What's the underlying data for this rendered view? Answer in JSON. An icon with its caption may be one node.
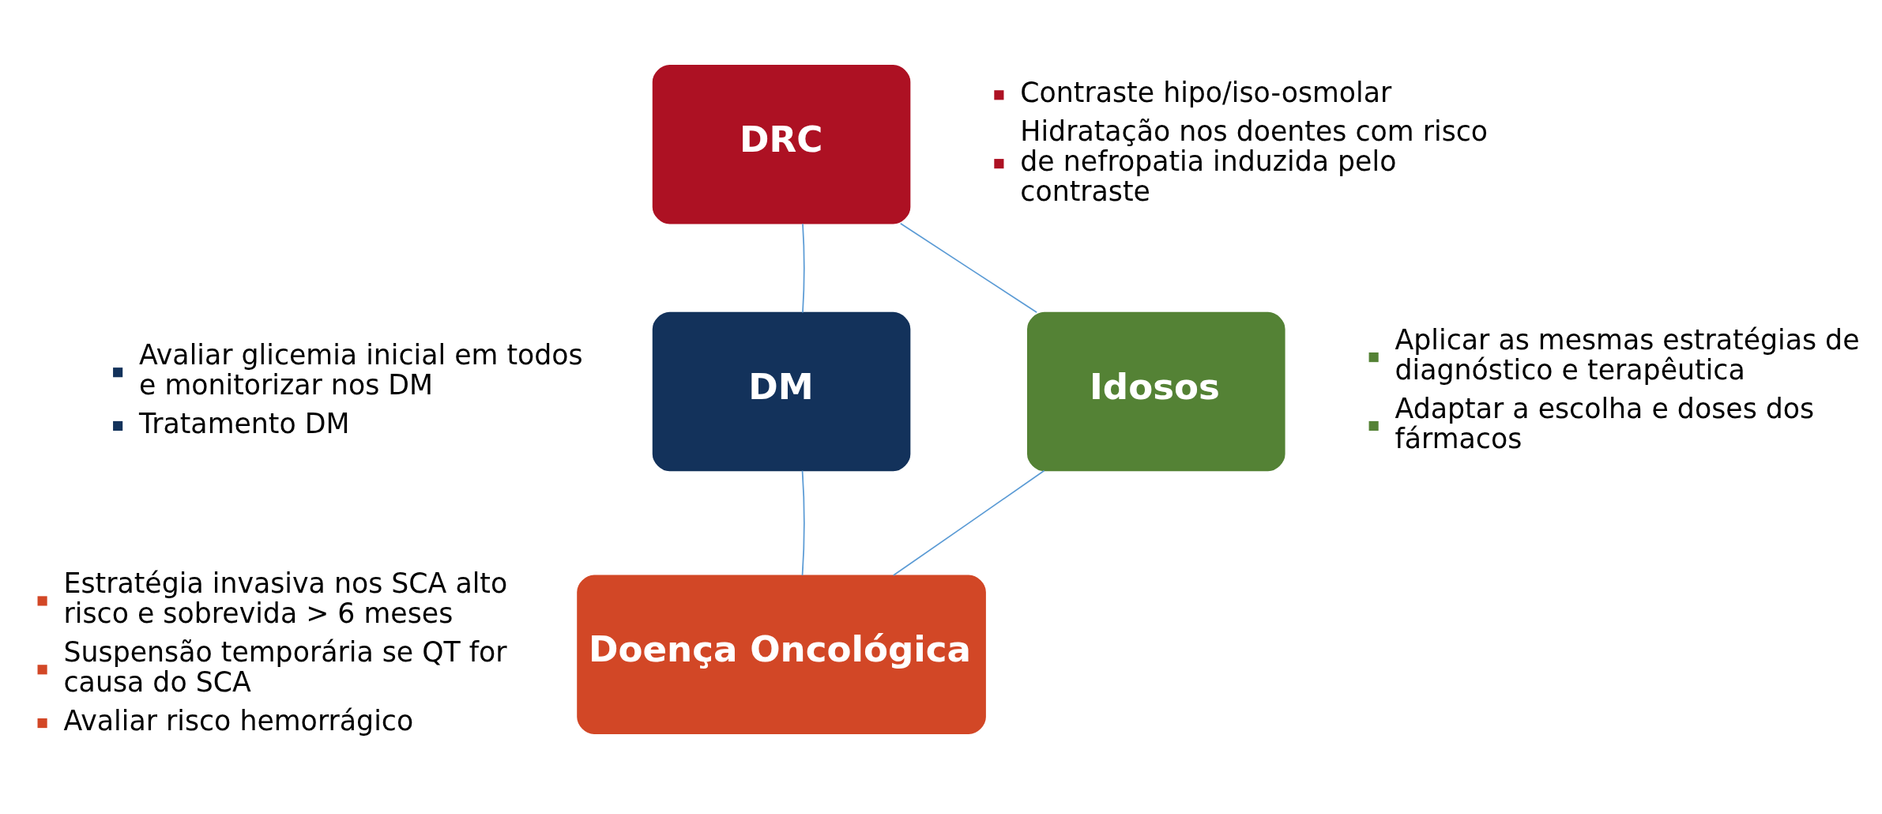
{
  "diagram": {
    "nodes": [
      {
        "text": [
          "DRC"
        ],
        "beside": [
          "Contraste hipo/iso-osmolar",
          "Hidratação nos doentes com risco de nefropatia induzida pelo contraste"
        ]
      },
      {
        "text": [
          "DM"
        ],
        "beside": [
          "Avaliar glicemia inicial em todos e monitorizar nos DM",
          "Tratamento DM"
        ]
      },
      {
        "text": [
          "Idosos"
        ],
        "beside": [
          "Aplicar as mesmas estratégias de diagnóstico e terapêutica",
          "Adaptar a escolha e doses dos fármacos"
        ]
      },
      {
        "text": [
          "Doença Oncológica"
        ],
        "beside": [
          "Estratégia invasiva nos SCA alto risco e sobrevida > 6 meses",
          "Suspensão temporária se QT for causa do SCA",
          "Avaliar risco hemorrágico"
        ]
      }
    ],
    "edges": [
      {
        "from": 0,
        "to": 2,
        "arrow": "none"
      },
      {
        "from": 2,
        "to": 3,
        "arrow": "none"
      },
      {
        "from": 3,
        "to": 1,
        "arrow": "none"
      },
      {
        "from": 1,
        "to": 0,
        "arrow": "none"
      }
    ]
  }
}
